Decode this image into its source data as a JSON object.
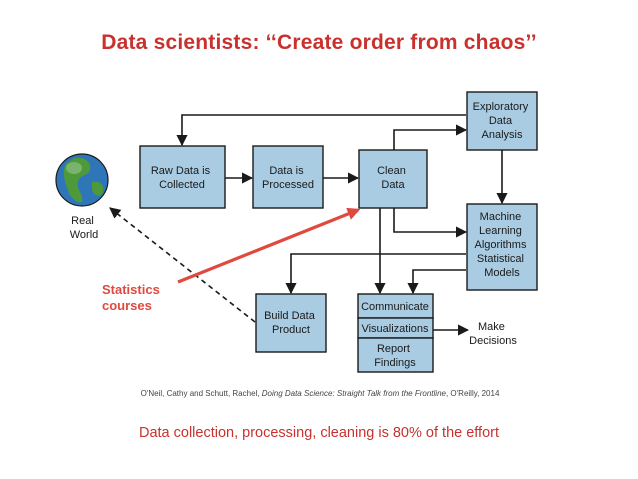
{
  "title": "Data scientists: ‘‘Create order from chaos’’",
  "diagram": {
    "nodes": {
      "real_world": [
        "Real",
        "World"
      ],
      "raw_data": [
        "Raw Data is",
        "Collected"
      ],
      "processed": [
        "Data is",
        "Processed"
      ],
      "clean": [
        "Clean",
        "Data"
      ],
      "eda": [
        "Exploratory",
        "Data",
        "Analysis"
      ],
      "ml": [
        "Machine",
        "Learning",
        "Algorithms",
        "Statistical",
        "Models"
      ],
      "build": [
        "Build Data",
        "Product"
      ],
      "communicate": "Communicate",
      "visualizations": "Visualizations",
      "report": [
        "Report",
        "Findings"
      ],
      "decisions": [
        "Make",
        "Decisions"
      ]
    },
    "annotation": [
      "Statistics",
      "courses"
    ],
    "colors": {
      "box_fill": "#a9cce3",
      "box_stroke": "#1a1a1a",
      "accent": "#e0493f",
      "globe_ocean": "#2f76b8",
      "globe_land": "#4e9a3a"
    },
    "icons": [
      "globe-icon"
    ]
  },
  "citation": {
    "authors": "O'Neil, Cathy and Schutt, Rachel, ",
    "book": "Doing Data Science: Straight Talk from the Frontline",
    "publisher": ", O'Reilly, 2014"
  },
  "footer": "Data collection, processing, cleaning is 80% of the effort"
}
